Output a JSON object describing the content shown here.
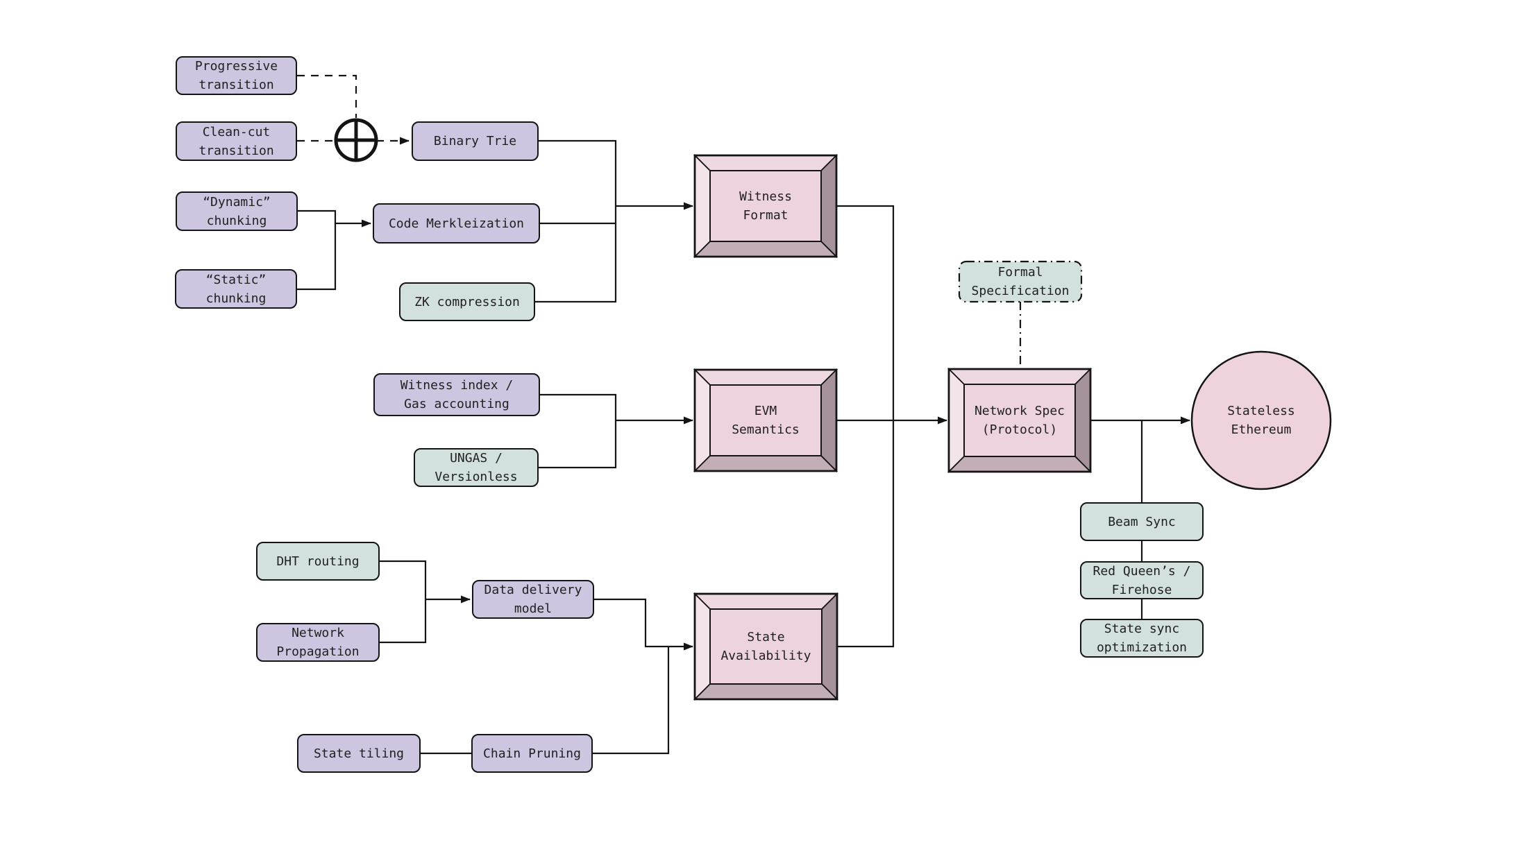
{
  "palette": {
    "bg": "#ffffff",
    "line": "#141414",
    "text": "#1f1f1f",
    "purple": "#cec5e0",
    "green": "#d3e1de",
    "pink_face": "#ecd3dd",
    "pink_top": "#eed8e1",
    "pink_left": "#f3e4e9",
    "pink_right": "#a5929c",
    "pink_bottom": "#c3aeb7",
    "circle_fill": "#eed3dc"
  },
  "nodes": {
    "progressive_transition": {
      "label": "Progressive\ntransition"
    },
    "clean_cut_transition": {
      "label": "Clean-cut\ntransition"
    },
    "binary_trie": {
      "label": "Binary Trie"
    },
    "dynamic_chunking": {
      "label": "“Dynamic”\nchunking"
    },
    "static_chunking": {
      "label": "“Static”\nchunking"
    },
    "code_merkleization": {
      "label": "Code Merkleization"
    },
    "zk_compression": {
      "label": "ZK compression"
    },
    "witness_format": {
      "label": "Witness\nFormat"
    },
    "witness_index_gas": {
      "label": "Witness index /\nGas accounting"
    },
    "ungas_versionless": {
      "label": "UNGAS /\nVersionless"
    },
    "evm_semantics": {
      "label": "EVM\nSemantics"
    },
    "formal_specification": {
      "label": "Formal\nSpecification"
    },
    "network_spec": {
      "label": "Network Spec\n(Protocol)"
    },
    "stateless_ethereum": {
      "label": "Stateless\nEthereum"
    },
    "beam_sync": {
      "label": "Beam Sync"
    },
    "red_queens_firehose": {
      "label": "Red Queen’s /\nFirehose"
    },
    "state_sync_optimization": {
      "label": "State sync\noptimization"
    },
    "dht_routing": {
      "label": "DHT routing"
    },
    "network_propagation": {
      "label": "Network\nPropagation"
    },
    "data_delivery_model": {
      "label": "Data delivery\nmodel"
    },
    "state_availability": {
      "label": "State\nAvailability"
    },
    "state_tiling": {
      "label": "State tiling"
    },
    "chain_pruning": {
      "label": "Chain Pruning"
    }
  }
}
